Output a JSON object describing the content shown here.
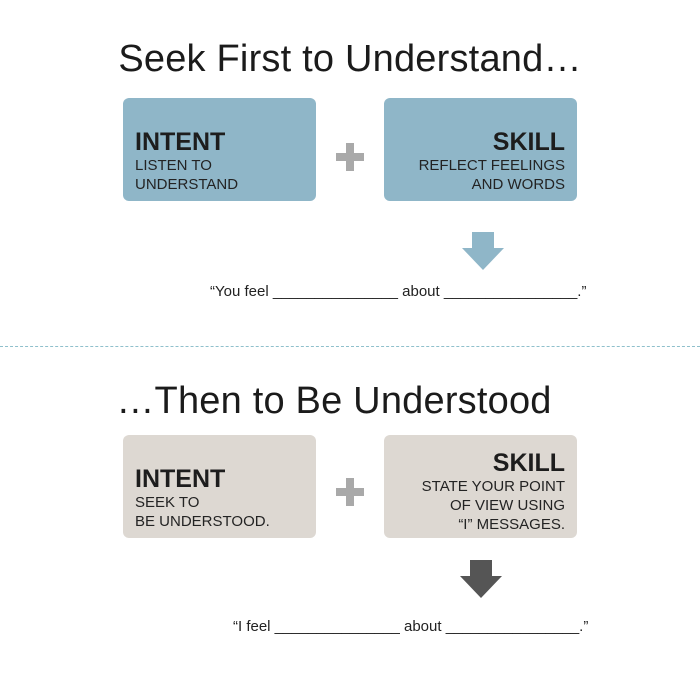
{
  "top": {
    "heading": "Seek First to Understand…",
    "intent": {
      "title": "INTENT",
      "line1": "LISTEN TO",
      "line2": "UNDERSTAND"
    },
    "skill": {
      "title": "SKILL",
      "line1": "REFLECT FEELINGS",
      "line2": "AND WORDS"
    },
    "sentence": "“You feel _______________ about ________________.”",
    "box_color": "#8fb6c8",
    "arrow_color": "#8fb6c8"
  },
  "bottom": {
    "heading": "…Then to Be Understood",
    "intent": {
      "title": "INTENT",
      "line1": "SEEK TO",
      "line2": "BE UNDERSTOOD."
    },
    "skill": {
      "title": "SKILL",
      "line1": "STATE YOUR POINT",
      "line2": "OF VIEW USING",
      "line3": "“I” MESSAGES."
    },
    "sentence": "“I feel _______________ about ________________.”",
    "box_color": "#ddd8d2",
    "arrow_color": "#555555"
  },
  "icons": {
    "plus": "plus-icon",
    "arrow": "down-arrow-icon"
  },
  "divider_color": "#8fc0cc"
}
